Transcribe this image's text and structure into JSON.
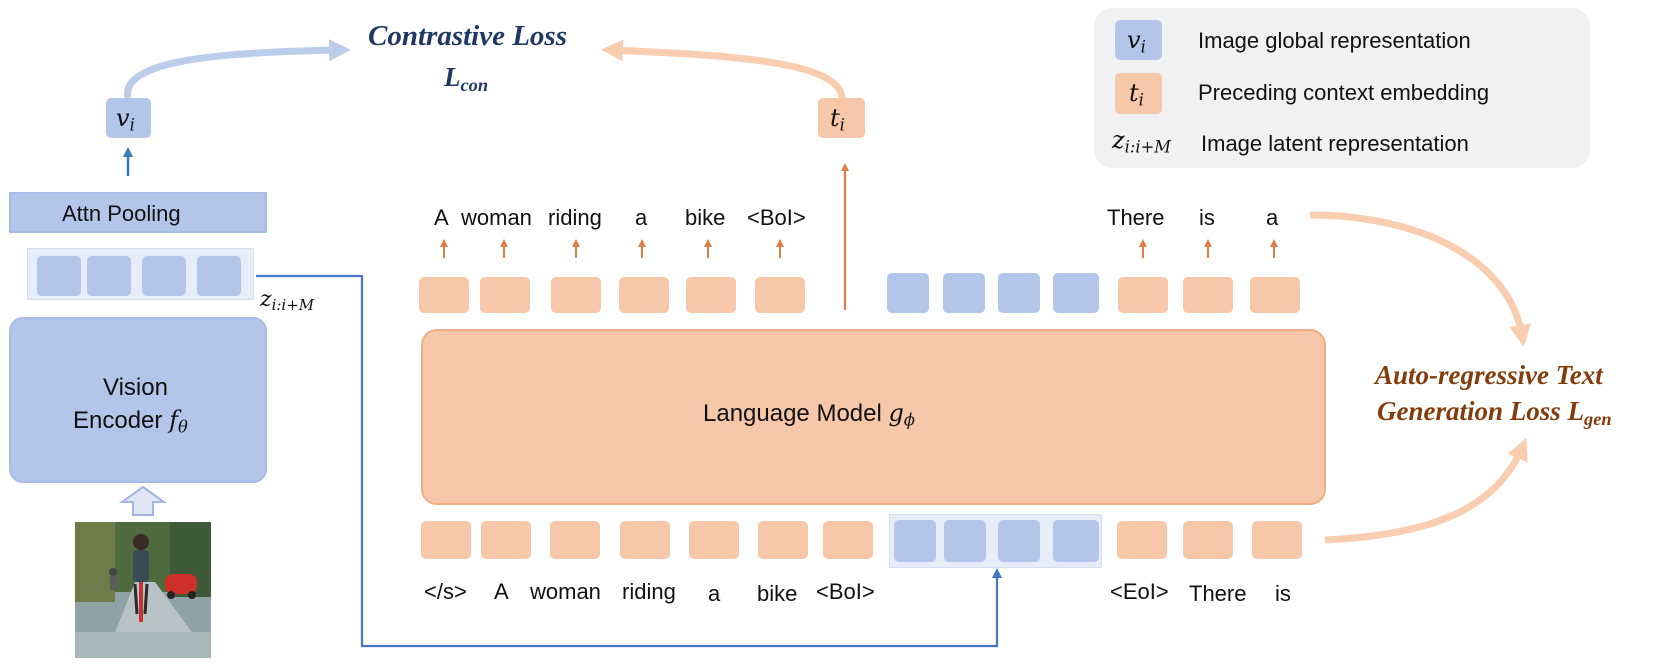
{
  "legend": {
    "v_symbol": "v",
    "v_sub": "i",
    "v_desc": "Image global representation",
    "t_symbol": "t",
    "t_sub": "i",
    "t_desc": "Preceding context embedding",
    "z_symbol": "z",
    "z_sub": "i:i+M",
    "z_desc": "Image latent representation"
  },
  "contrastive": {
    "title": "Contrastive Loss",
    "symbol": "L",
    "symbol_sub": "con"
  },
  "generation": {
    "line1": "Auto-regressive Text",
    "line2": "Generation Loss",
    "symbol": "L",
    "symbol_sub": "gen"
  },
  "encoder": {
    "line1": "Vision",
    "line2": "Encoder",
    "symbol": "f",
    "symbol_sub": "θ"
  },
  "attn_pooling": "Attn Pooling",
  "node_v": {
    "symbol": "v",
    "sub": "i"
  },
  "node_t": {
    "symbol": "t",
    "sub": "i"
  },
  "z_label": {
    "symbol": "z",
    "sub": "i:i+M"
  },
  "lm": {
    "label": "Language Model",
    "symbol": "g",
    "symbol_sub": "ϕ"
  },
  "output_words": [
    "A",
    "woman",
    "riding",
    "a",
    "bike",
    "<BoI>",
    "There",
    "is",
    "a"
  ],
  "input_words": [
    "</s>",
    "A",
    "woman",
    "riding",
    "a",
    "bike",
    "<BoI>",
    "<EoI>",
    "There",
    "is"
  ],
  "colors": {
    "orange_token": "#f7c7a9",
    "blue_token": "#b4c5ea",
    "orange_arrow": "#e07f45",
    "blue_arrow": "#3a78c2",
    "navy_title": "#1f3864",
    "brown_title": "#843c0c",
    "light_orange_flow": "#f9cdb0",
    "light_blue_flow": "#bccdec"
  },
  "icons": [
    "up-arrow-icon",
    "curved-arrow-icon",
    "hollow-up-arrow-icon"
  ]
}
